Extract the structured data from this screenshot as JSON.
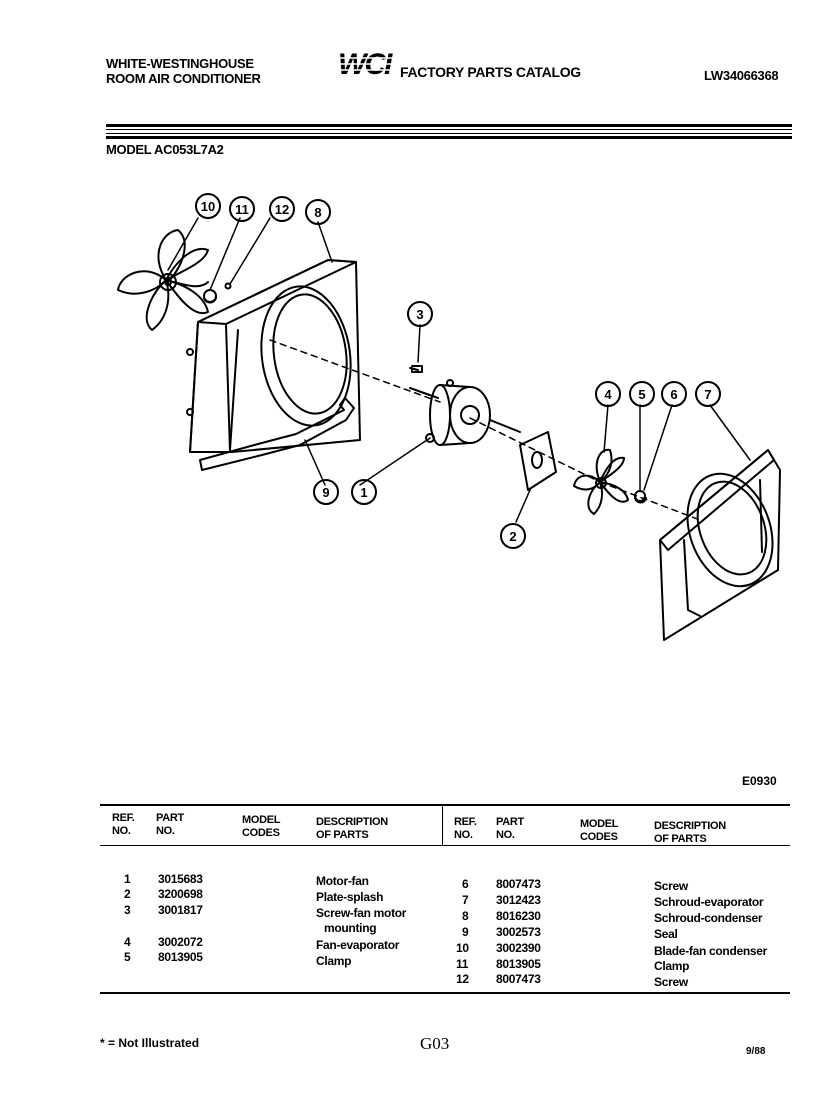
{
  "header": {
    "brand_line1": "WHITE-WESTINGHOUSE",
    "brand_line2": "ROOM AIR CONDITIONER",
    "logo_text": "WCI",
    "catalog_title": "FACTORY PARTS CATALOG",
    "document_number": "LW34066368"
  },
  "model_label": "MODEL AC053L7A2",
  "diagram": {
    "callouts": [
      "1",
      "2",
      "3",
      "4",
      "5",
      "6",
      "7",
      "8",
      "9",
      "10",
      "11",
      "12"
    ],
    "figure_id": "E0930"
  },
  "parts_table": {
    "headers": {
      "ref": [
        "REF.",
        "NO."
      ],
      "part": [
        "PART",
        "NO."
      ],
      "model": [
        "MODEL",
        "CODES"
      ],
      "description": [
        "DESCRIPTION",
        "OF PARTS"
      ]
    },
    "left_rows": [
      {
        "ref": "1",
        "part": "3015683",
        "description": "Motor-fan"
      },
      {
        "ref": "2",
        "part": "3200698",
        "description": "Plate-splash"
      },
      {
        "ref": "3",
        "part": "3001817",
        "description": "Screw-fan motor",
        "description2": "mounting"
      },
      {
        "ref": "4",
        "part": "3002072",
        "description": "Fan-evaporator"
      },
      {
        "ref": "5",
        "part": "8013905",
        "description": "Clamp"
      }
    ],
    "right_rows": [
      {
        "ref": "6",
        "part": "8007473",
        "description": "Screw"
      },
      {
        "ref": "7",
        "part": "3012423",
        "description": "Schroud-evaporator"
      },
      {
        "ref": "8",
        "part": "8016230",
        "description": "Schroud-condenser"
      },
      {
        "ref": "9",
        "part": "3002573",
        "description": "Seal"
      },
      {
        "ref": "10",
        "part": "3002390",
        "description": "Blade-fan condenser"
      },
      {
        "ref": "11",
        "part": "8013905",
        "description": "Clamp"
      },
      {
        "ref": "12",
        "part": "8007473",
        "description": "Screw"
      }
    ]
  },
  "footer": {
    "note": "* = Not Illustrated",
    "page_code": "G03",
    "date": "9/88"
  }
}
